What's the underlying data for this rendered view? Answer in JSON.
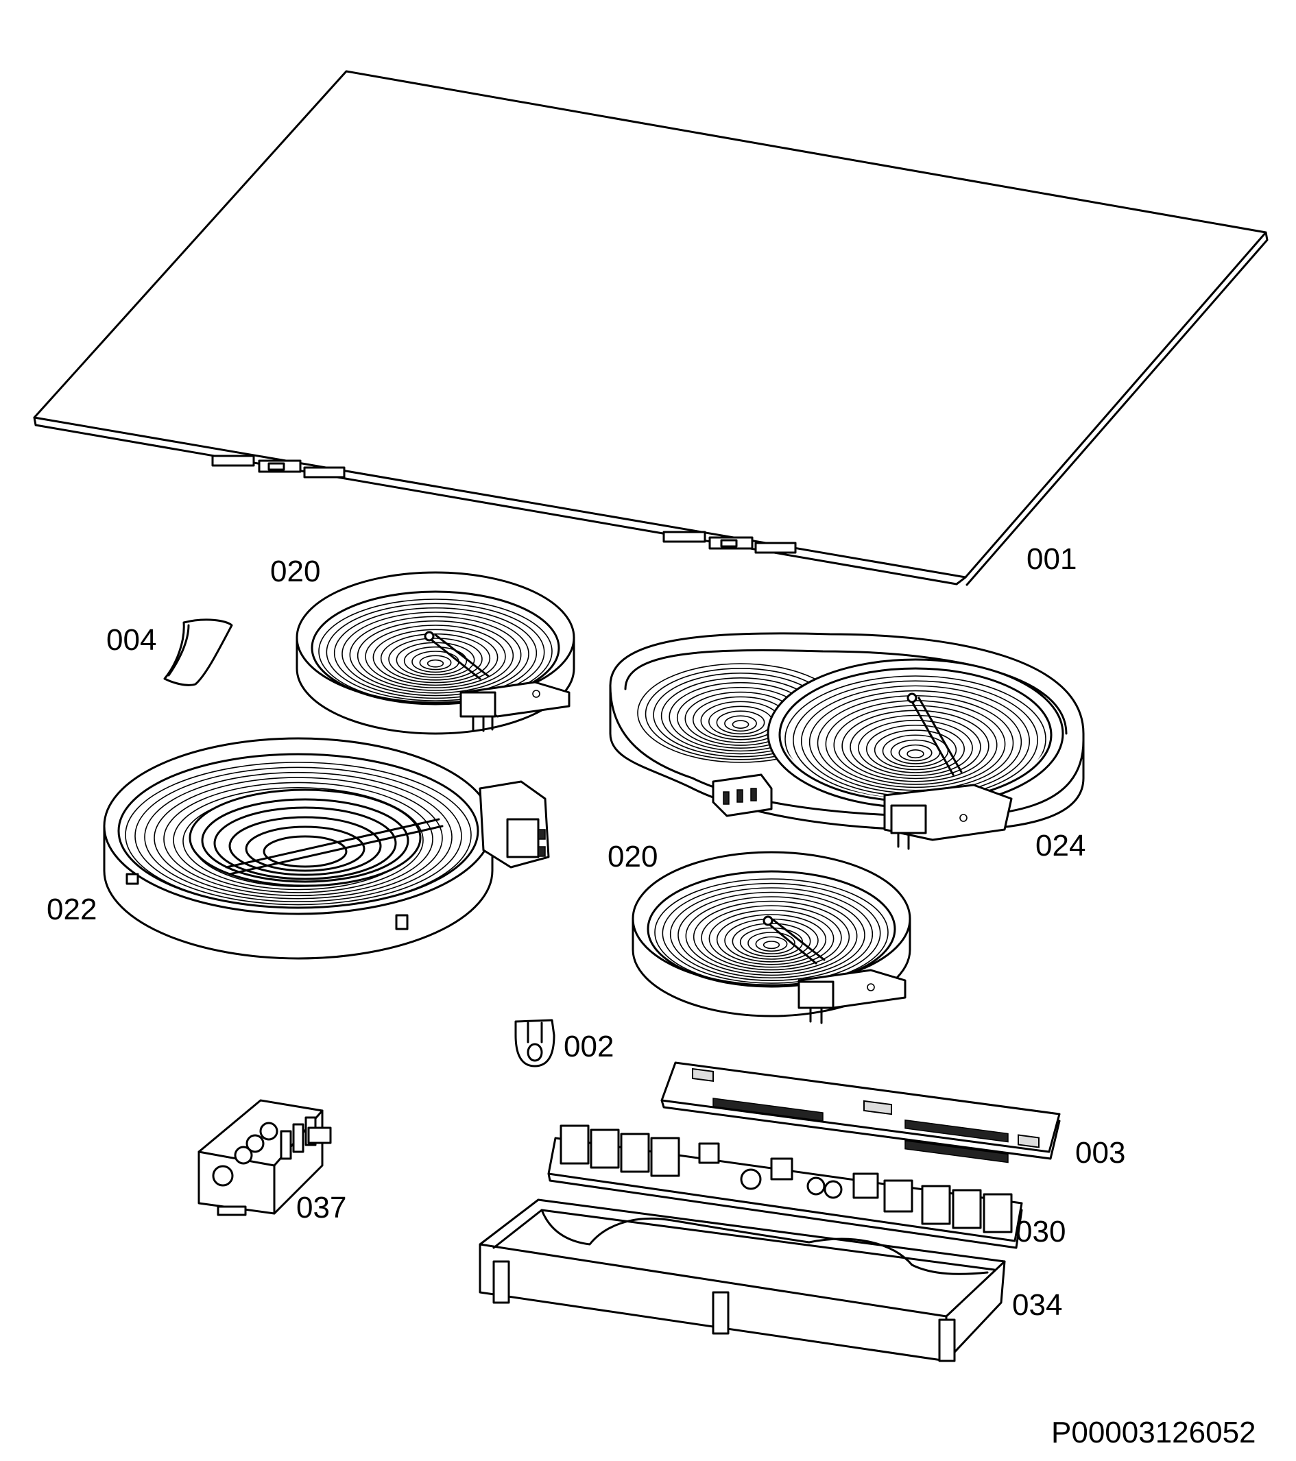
{
  "diagram": {
    "parts": [
      {
        "id": "glass-top",
        "label": "001"
      },
      {
        "id": "heater-small-rear",
        "label": "020"
      },
      {
        "id": "clip",
        "label": "004"
      },
      {
        "id": "heater-oval",
        "label": "024"
      },
      {
        "id": "heater-large-dual",
        "label": "022"
      },
      {
        "id": "heater-small-front",
        "label": "020"
      },
      {
        "id": "sensor-holder",
        "label": "002"
      },
      {
        "id": "control-board",
        "label": "003"
      },
      {
        "id": "terminal-block",
        "label": "037"
      },
      {
        "id": "power-board",
        "label": "030"
      },
      {
        "id": "board-housing",
        "label": "034"
      }
    ],
    "document_code": "P00003126052"
  }
}
